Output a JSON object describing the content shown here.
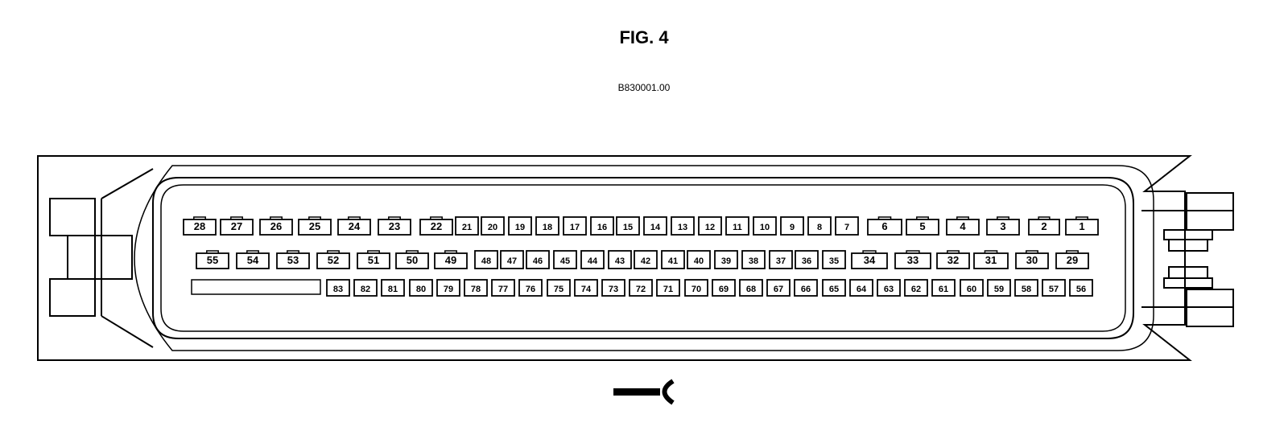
{
  "figure": {
    "title": "FIG. 4",
    "code": "B830001.00"
  },
  "connector": {
    "row1_pins": [
      "28",
      "27",
      "26",
      "25",
      "24",
      "23",
      "22",
      "21",
      "20",
      "19",
      "18",
      "17",
      "16",
      "15",
      "14",
      "13",
      "12",
      "11",
      "10",
      "9",
      "8",
      "7",
      "6",
      "5",
      "4",
      "3",
      "2",
      "1"
    ],
    "row2_pins": [
      "55",
      "54",
      "53",
      "52",
      "51",
      "50",
      "49",
      "48",
      "47",
      "46",
      "45",
      "44",
      "43",
      "42",
      "41",
      "40",
      "39",
      "38",
      "37",
      "36",
      "35",
      "34",
      "33",
      "32",
      "31",
      "30",
      "29"
    ],
    "row3_pins": [
      "83",
      "82",
      "81",
      "80",
      "79",
      "78",
      "77",
      "76",
      "75",
      "74",
      "73",
      "72",
      "71",
      "70",
      "69",
      "68",
      "67",
      "66",
      "65",
      "64",
      "63",
      "62",
      "61",
      "60",
      "59",
      "58",
      "57",
      "56"
    ]
  },
  "colors": {
    "line": "#000000",
    "background": "#ffffff"
  },
  "icons": {
    "key": "key-icon"
  }
}
